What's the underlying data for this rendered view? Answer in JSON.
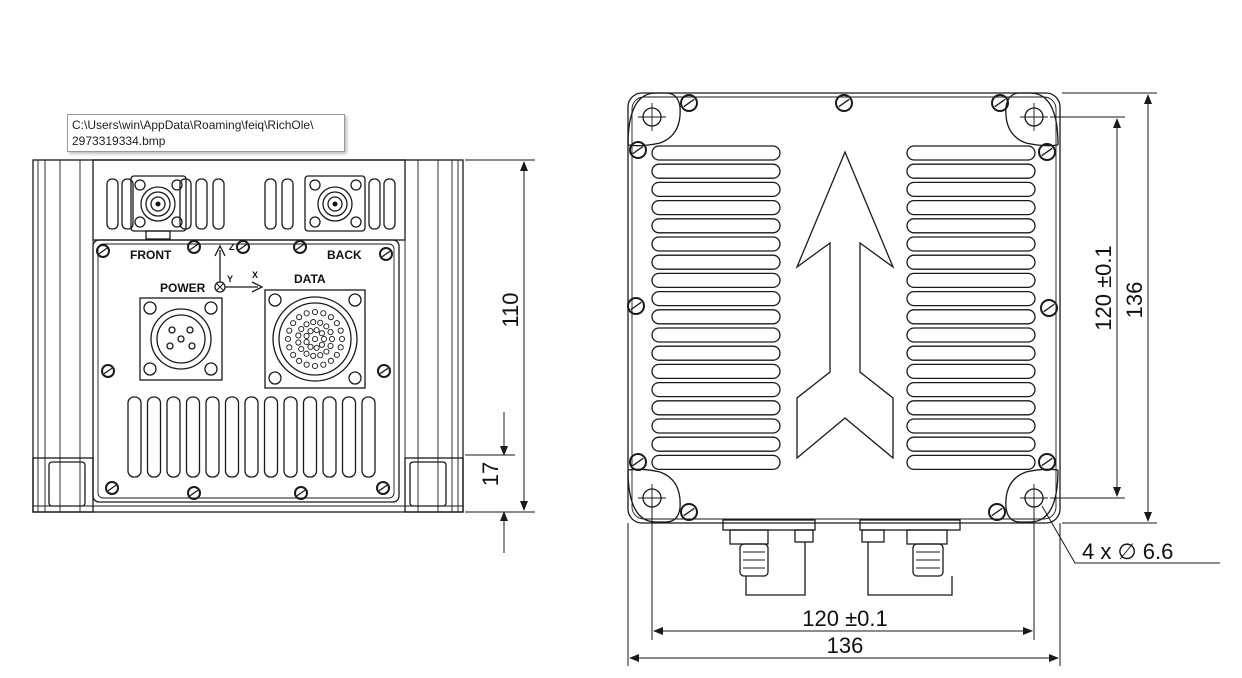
{
  "tooltip": {
    "line1": "C:\\Users\\win\\AppData\\Roaming\\feiq\\RichOle\\",
    "line2": "2973319334.bmp"
  },
  "front_view": {
    "labels": {
      "front": "FRONT",
      "back": "BACK",
      "power": "POWER",
      "data": "DATA",
      "axis_z": "Z",
      "axis_y": "Y",
      "axis_x": "X"
    },
    "dimensions": {
      "height": "110",
      "offset": "17"
    }
  },
  "top_view": {
    "dimensions": {
      "hole_spacing_vertical": "120 ±0.1",
      "overall_vertical": "136",
      "hole_callout": "4 x ∅ 6.6",
      "hole_spacing_horizontal": "120 ±0.1",
      "overall_horizontal": "136"
    }
  }
}
